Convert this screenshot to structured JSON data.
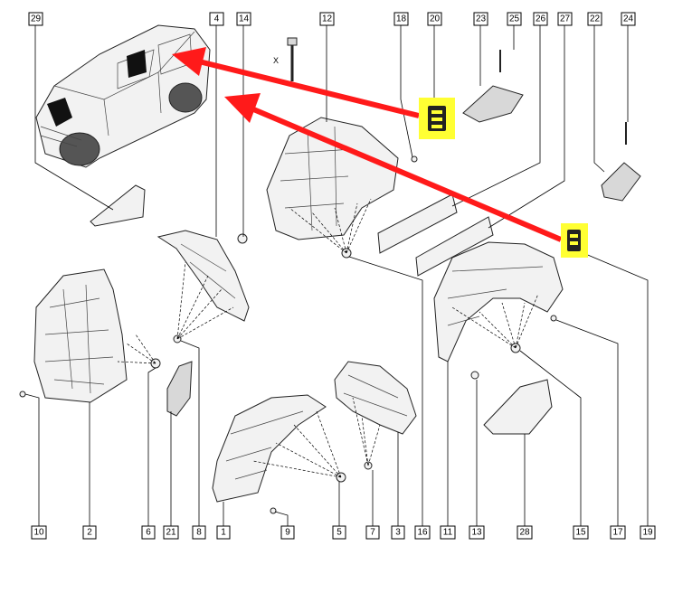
{
  "labels": [
    {
      "id": "29",
      "text": "29"
    },
    {
      "id": "4",
      "text": "4"
    },
    {
      "id": "14",
      "text": "14"
    },
    {
      "id": "12",
      "text": "12"
    },
    {
      "id": "18",
      "text": "18"
    },
    {
      "id": "20",
      "text": "20"
    },
    {
      "id": "23",
      "text": "23"
    },
    {
      "id": "25",
      "text": "25"
    },
    {
      "id": "26",
      "text": "26"
    },
    {
      "id": "27",
      "text": "27"
    },
    {
      "id": "22",
      "text": "22"
    },
    {
      "id": "24",
      "text": "24"
    },
    {
      "id": "10",
      "text": "10"
    },
    {
      "id": "2",
      "text": "2"
    },
    {
      "id": "6",
      "text": "6"
    },
    {
      "id": "21",
      "text": "21"
    },
    {
      "id": "8",
      "text": "8"
    },
    {
      "id": "1",
      "text": "1"
    },
    {
      "id": "9",
      "text": "9"
    },
    {
      "id": "5",
      "text": "5"
    },
    {
      "id": "7",
      "text": "7"
    },
    {
      "id": "3",
      "text": "3"
    },
    {
      "id": "16",
      "text": "16"
    },
    {
      "id": "11",
      "text": "11"
    },
    {
      "id": "13",
      "text": "13"
    },
    {
      "id": "28",
      "text": "28"
    },
    {
      "id": "15",
      "text": "15"
    },
    {
      "id": "17",
      "text": "17"
    },
    {
      "id": "19",
      "text": "19"
    }
  ],
  "bolt_mark": "X",
  "colors": {
    "arrow": "#ff1a1a",
    "highlight": "#ffff33"
  }
}
